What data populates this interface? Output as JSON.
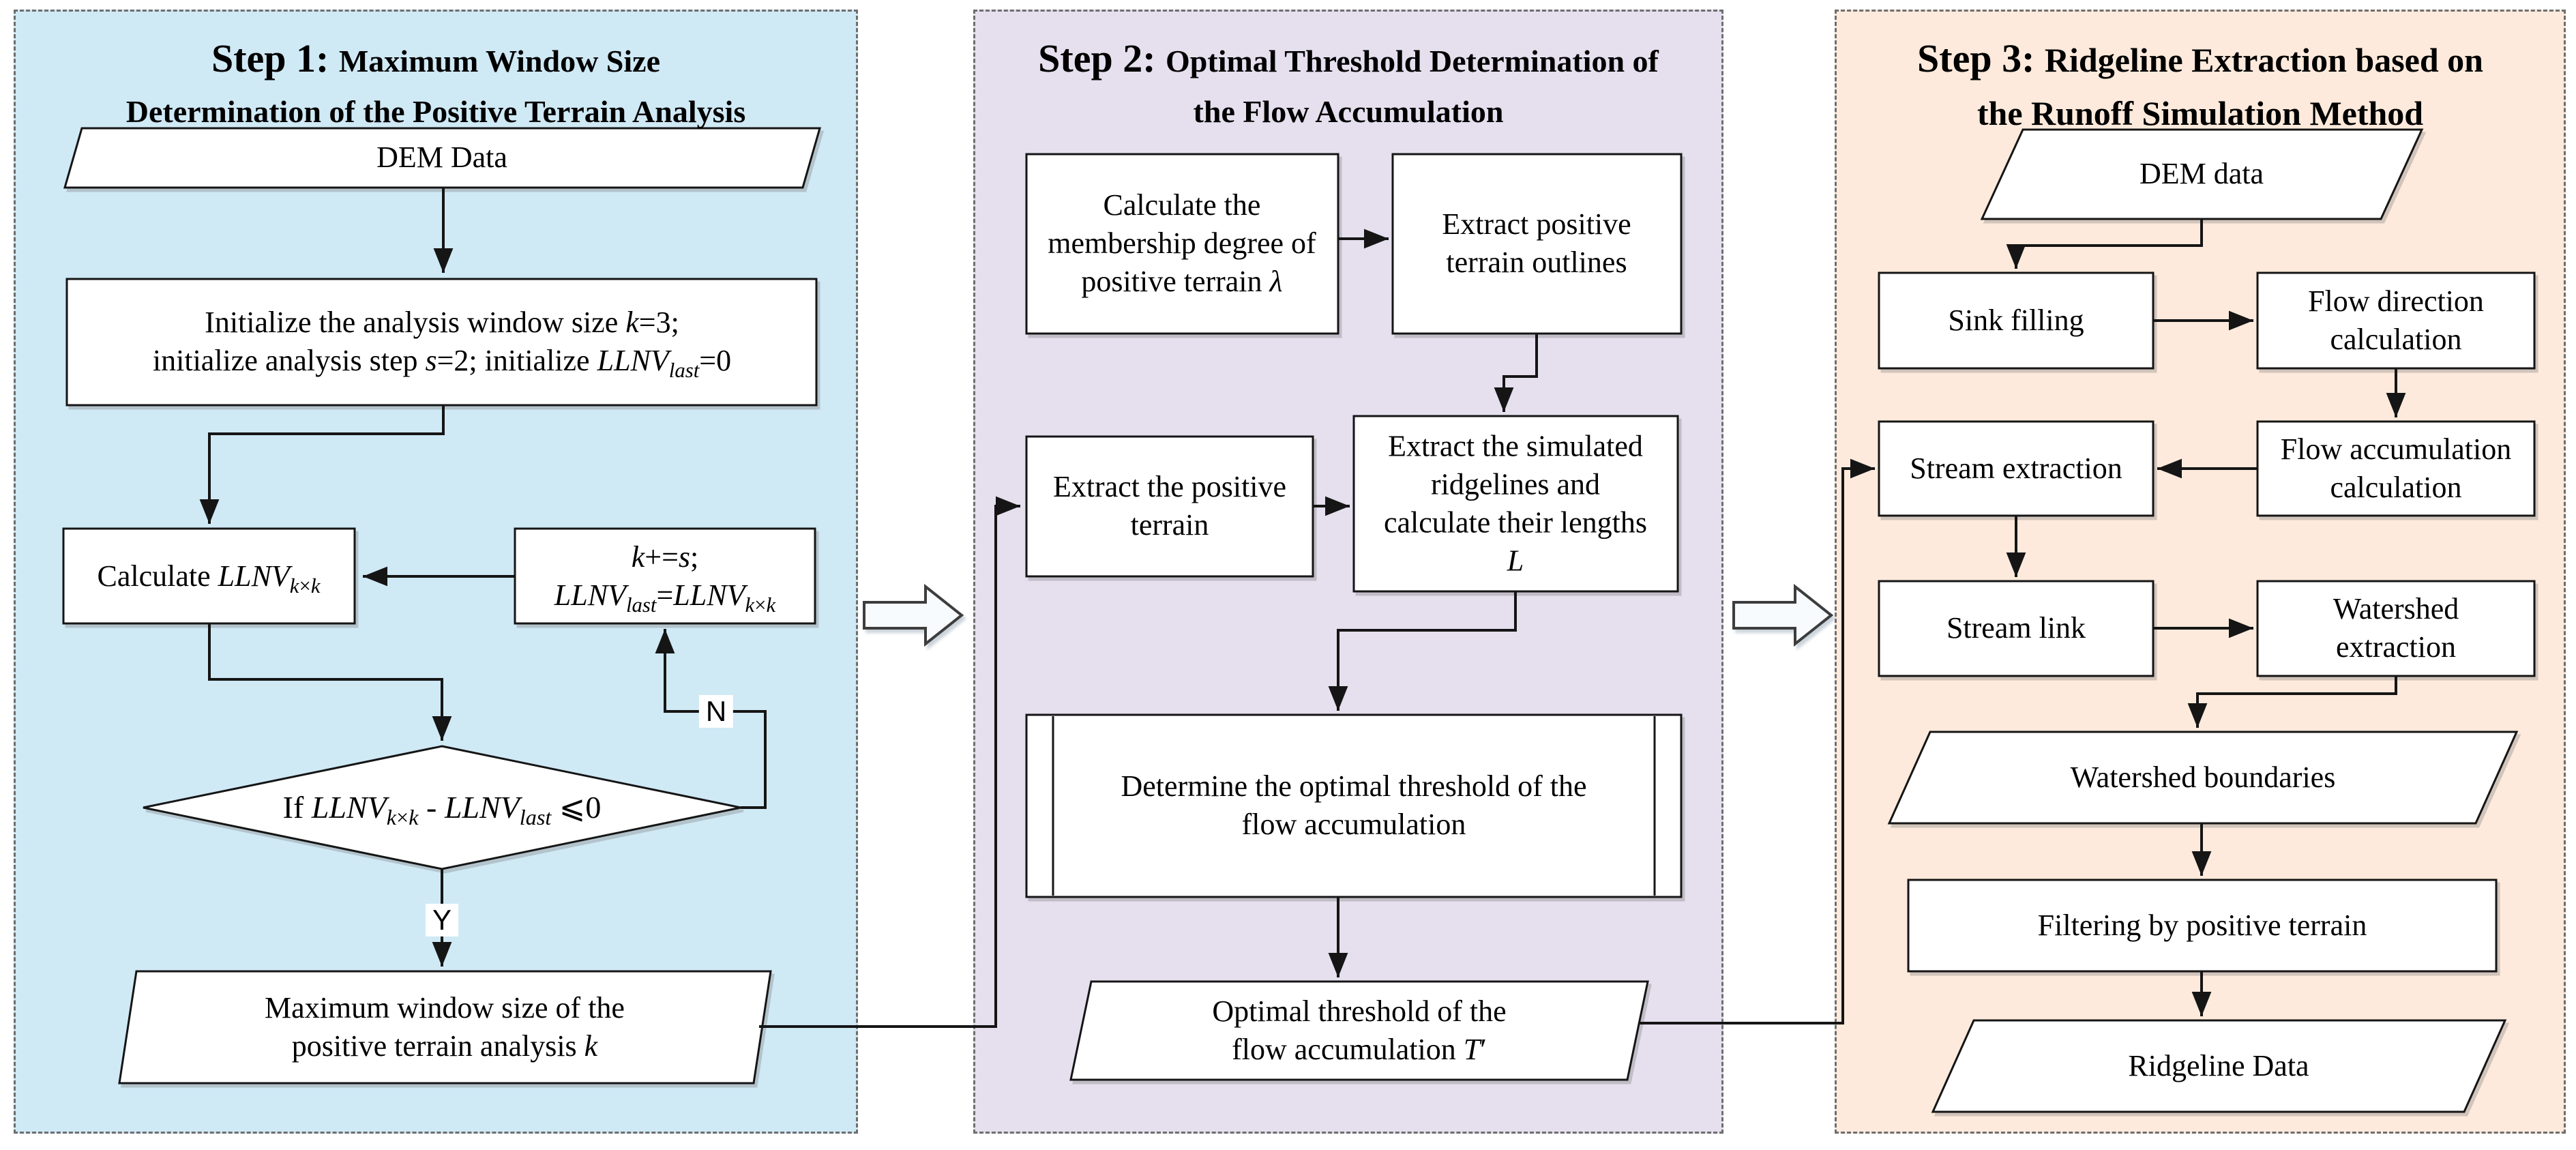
{
  "figure": {
    "type": "flowchart",
    "description": "Three-step workflow diagram for ridgeline extraction from DEM data"
  },
  "colors": {
    "step1_bg": "#cfe9f5",
    "step2_bg": "#e5dfee",
    "step3_bg": "#fdeadc",
    "node_fill": "#ffffff",
    "line": "#151515",
    "text": "#000000",
    "panel_border": "#6e6e6e",
    "block_arrow_fill": "#f7fbfe",
    "block_arrow_stroke": "#3d3d3d"
  },
  "step1": {
    "title_prefix": "Step 1: ",
    "title_line1_rest": "Maximum Window Size",
    "title_line2": "Determination of the Positive Terrain Analysis",
    "nodes": {
      "dem_data": "DEM Data",
      "initialize": "Initialize the analysis window size <i>k</i>=3;<br>initialize analysis step <i>s</i>=2; initialize <i>LLNV</i><sub><i>last</i></sub>=0",
      "calculate": "Calculate <i>LLNV</i><sub><i>k</i>×<i>k</i></sub>",
      "increment": "<i>k</i>+=<i>s</i>;<br><i>LLNV</i><sub><i>last</i></sub>=<i>LLNV</i><sub><i>k</i>×<i>k</i></sub>",
      "decision": "If <i>LLNV</i><sub><i>k</i>×<i>k</i></sub> - <i>LLNV</i><sub><i>last</i></sub> ⩽0",
      "output": "Maximum window size of the<br>positive terrain analysis <i>k</i>",
      "branch_no": "N",
      "branch_yes": "Y"
    }
  },
  "step2": {
    "title_prefix": "Step 2: ",
    "title_line1_rest": "Optimal Threshold Determination of",
    "title_line2": "the Flow Accumulation",
    "nodes": {
      "membership": "Calculate the<br>membership degree of<br>positive terrain  <i>λ</i>",
      "outlines": "Extract positive<br>terrain outlines",
      "extract_positive": "Extract the positive<br>terrain",
      "ridgelines": "Extract the simulated<br>ridgelines and<br>calculate their lengths<br><i>L</i>",
      "determine_threshold": "Determine the optimal threshold of the<br>flow accumulation",
      "output": "Optimal threshold of the<br>flow accumulation <i>T</i>′"
    }
  },
  "step3": {
    "title_prefix": "Step 3: ",
    "title_line1_rest": "Ridgeline Extraction based on",
    "title_line2": "the Runoff Simulation Method",
    "nodes": {
      "dem_data": "DEM data",
      "sink_filling": "Sink filling",
      "flow_direction": "Flow direction<br>calculation",
      "flow_accumulation": "Flow accumulation<br>calculation",
      "stream_extraction": "Stream extraction",
      "stream_link": "Stream link",
      "watershed_extraction": "Watershed<br>extraction",
      "watershed_boundaries": "Watershed boundaries",
      "filtering": "Filtering by positive terrain",
      "ridgeline_data": "Ridgeline Data"
    }
  }
}
